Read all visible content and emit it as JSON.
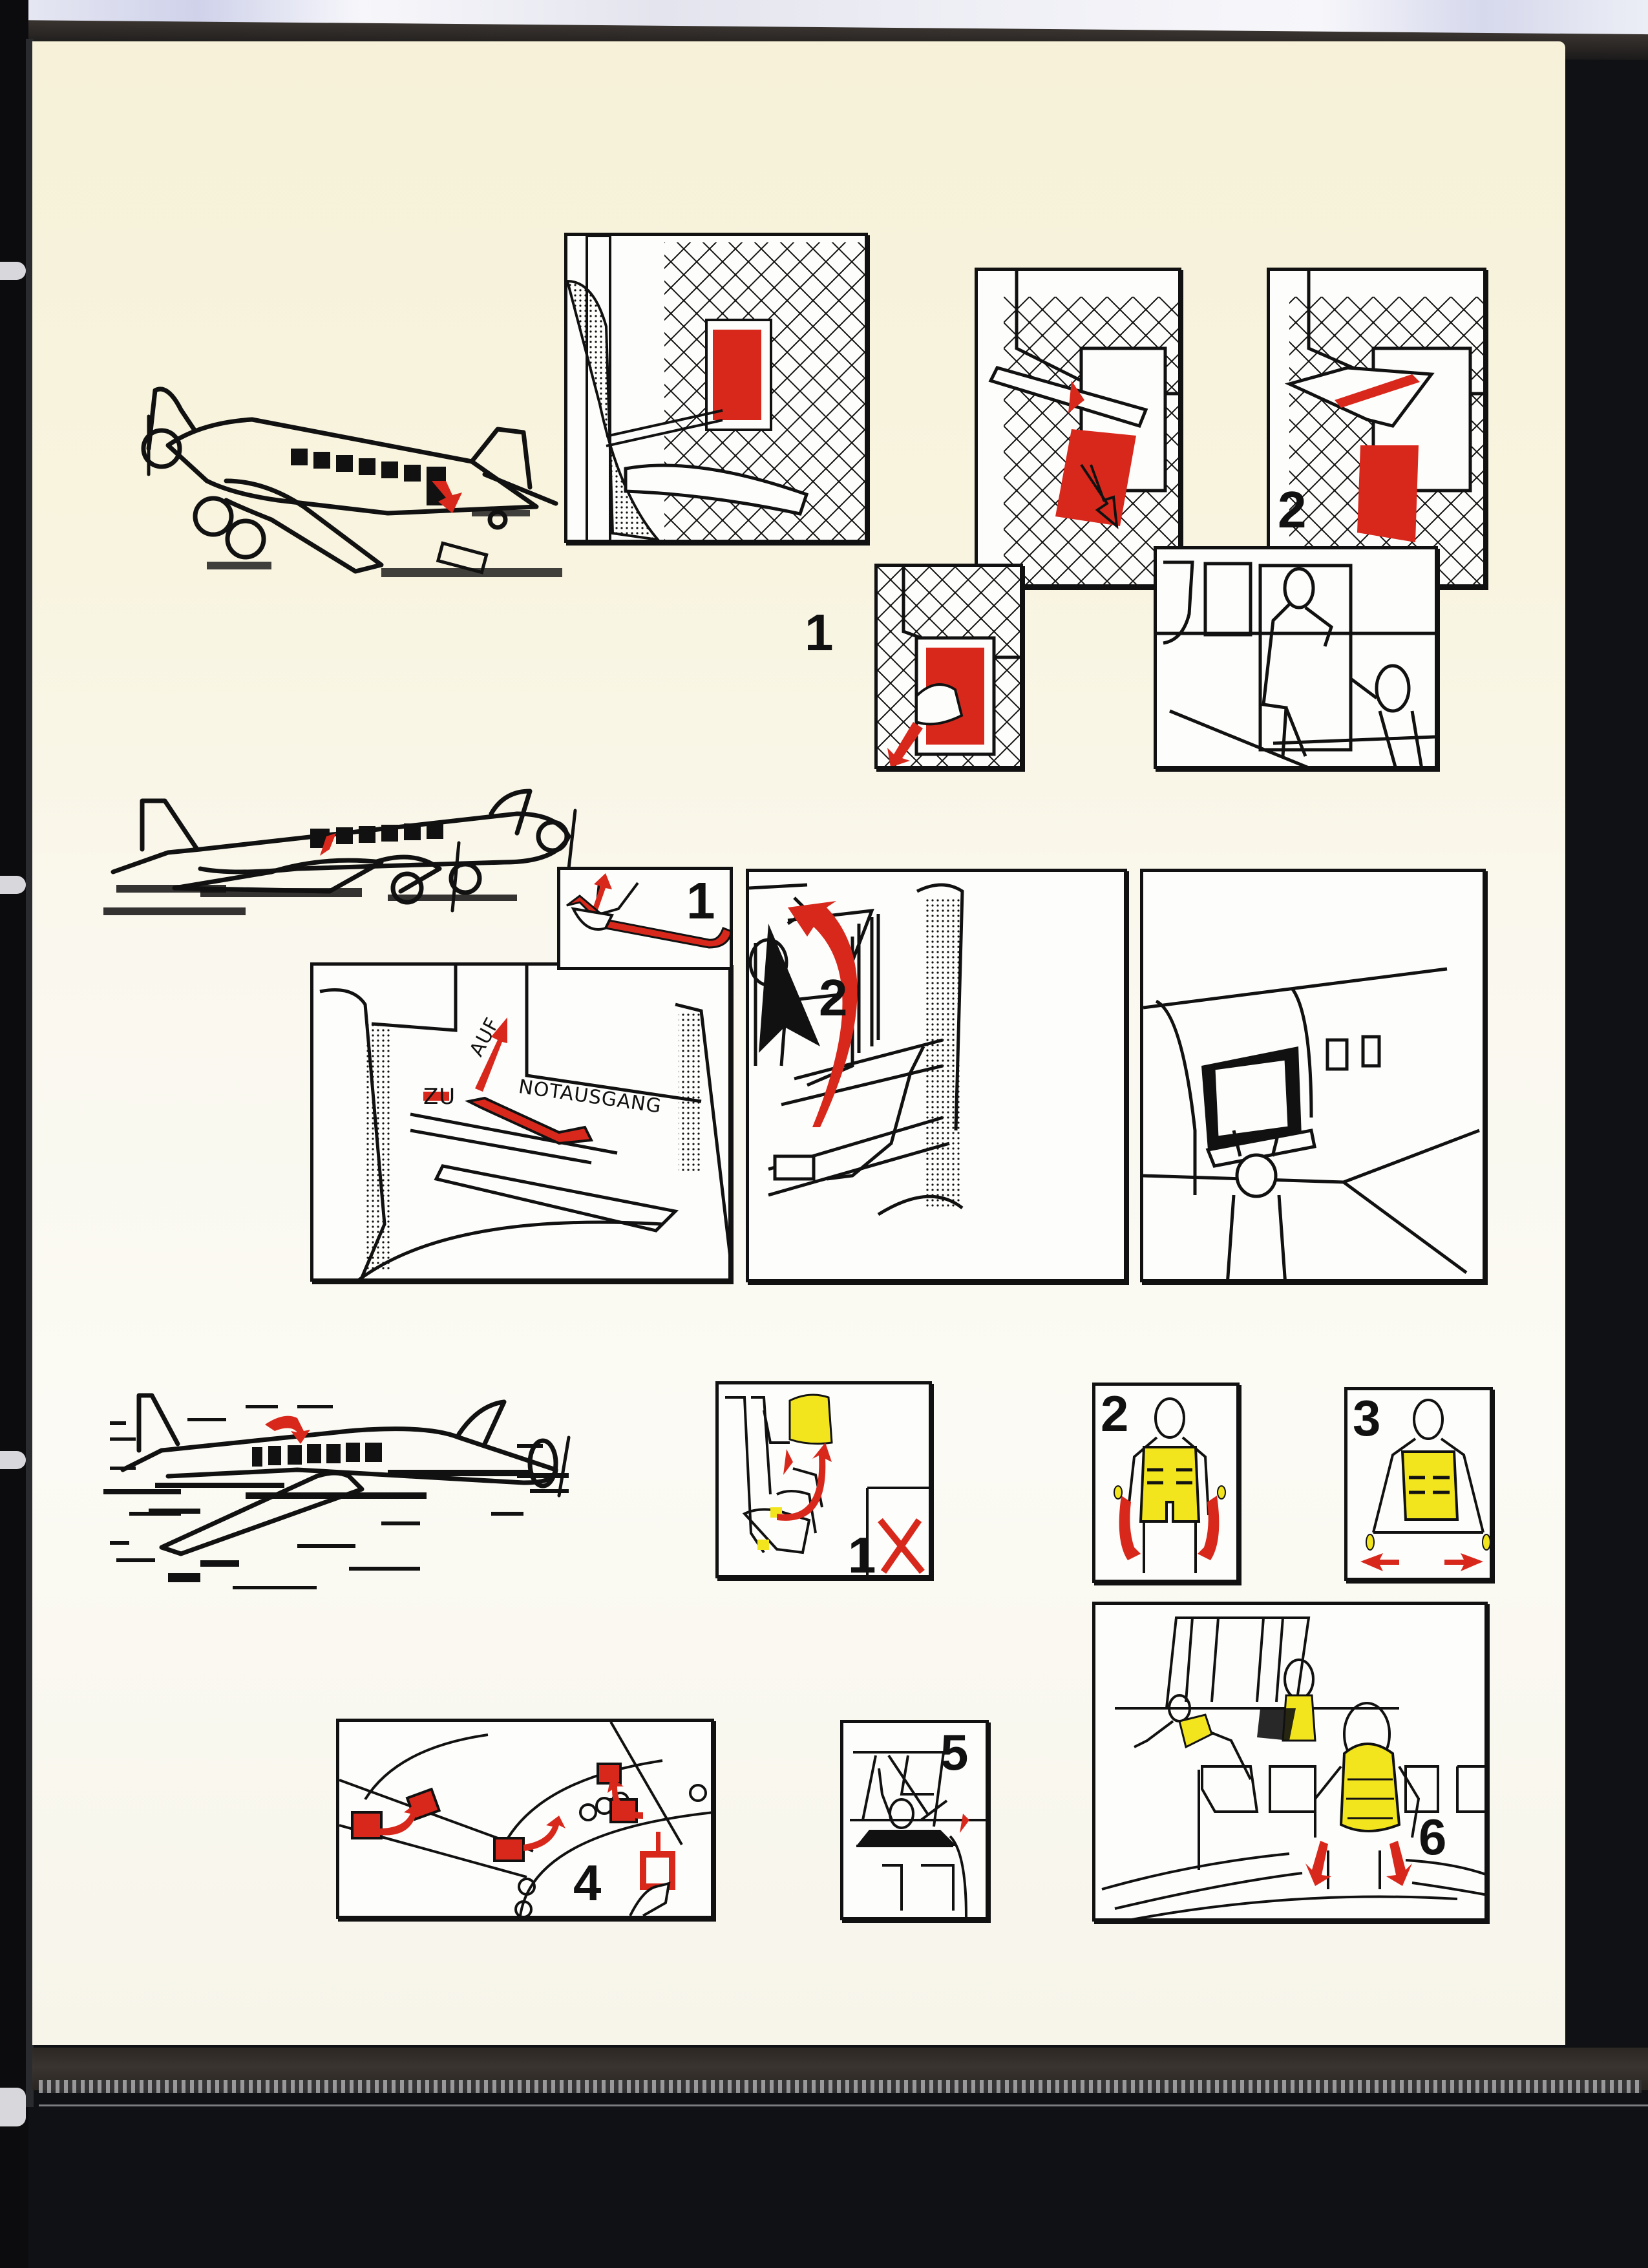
{
  "document": {
    "type": "aircraft safety instruction card",
    "aircraft_depicted": "trimotor aircraft",
    "colors": {
      "accent_red": "#d8281c",
      "life_vest_yellow": "#f2e51e",
      "ink": "#111111",
      "card_paper": "#f8f4e2",
      "background": "#101114"
    }
  },
  "sections": {
    "land_evacuation": {
      "panels": [
        {
          "id": "seat-door-panel",
          "step": ""
        },
        {
          "id": "door-release-a",
          "step": ""
        },
        {
          "id": "door-release-b",
          "step": "2"
        },
        {
          "id": "handle-pull",
          "step": "1"
        },
        {
          "id": "exit-door",
          "step": ""
        }
      ]
    },
    "emergency_exit": {
      "panels": [
        {
          "id": "handle-lift",
          "step": "1"
        },
        {
          "id": "exit-handle-panel",
          "step": ""
        },
        {
          "id": "hatch-open",
          "step": "2"
        },
        {
          "id": "hatch-exit",
          "step": ""
        }
      ],
      "labels": {
        "open": "AUF",
        "closed": "ZU",
        "emergency_exit": "NOTAUSGANG"
      }
    },
    "water_ditching": {
      "panels": [
        {
          "id": "vest-retrieve",
          "step": "1"
        },
        {
          "id": "vest-don",
          "step": "2"
        },
        {
          "id": "vest-straps",
          "step": "3"
        },
        {
          "id": "roof-hatch",
          "step": "4"
        },
        {
          "id": "hatch-climb",
          "step": "5"
        },
        {
          "id": "vest-inflate-exit",
          "step": "6"
        }
      ]
    }
  }
}
